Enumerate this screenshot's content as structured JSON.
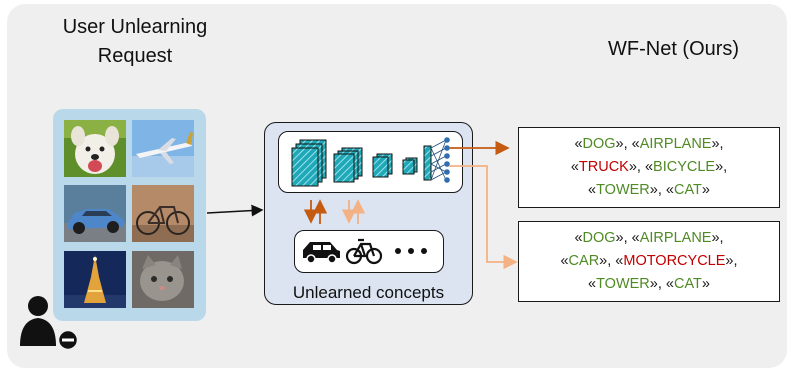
{
  "colors": {
    "background": "#efefef",
    "request_panel": "#b9d9ea",
    "model_box": "#dce4f2",
    "retained_label": "#4f8a24",
    "forgotten_label": "#c00000",
    "arrow_dark_orange": "#c55a11",
    "arrow_light_orange": "#f4b183",
    "layer_fill": "#1fa9b8"
  },
  "request": {
    "title_line1": "User Unlearning",
    "title_line2": "Request",
    "images": [
      {
        "name": "dog-image",
        "subject": "dog"
      },
      {
        "name": "airplane-image",
        "subject": "airplane"
      },
      {
        "name": "car-image",
        "subject": "car"
      },
      {
        "name": "bicycle-image",
        "subject": "bicycle"
      },
      {
        "name": "tower-image",
        "subject": "tower"
      },
      {
        "name": "cat-image",
        "subject": "cat"
      }
    ],
    "icon": "user-remove-icon"
  },
  "model": {
    "title": "WF-Net (Ours)",
    "caption": "Unlearned concepts",
    "concept_icons": [
      "car-icon",
      "bicycle-icon",
      "ellipsis-icon"
    ]
  },
  "outputs": [
    {
      "lines": [
        [
          {
            "t": "«"
          },
          {
            "t": "DOG",
            "c": "keep"
          },
          {
            "t": "», «"
          },
          {
            "t": "AIRPLANE",
            "c": "keep"
          },
          {
            "t": "»,"
          }
        ],
        [
          {
            "t": "«"
          },
          {
            "t": "TRUCK",
            "c": "forget"
          },
          {
            "t": "», «"
          },
          {
            "t": "BICYCLE",
            "c": "keep"
          },
          {
            "t": "»,"
          }
        ],
        [
          {
            "t": "«"
          },
          {
            "t": "TOWER",
            "c": "keep"
          },
          {
            "t": "», «"
          },
          {
            "t": "CAT",
            "c": "keep"
          },
          {
            "t": "»"
          }
        ]
      ]
    },
    {
      "lines": [
        [
          {
            "t": "«"
          },
          {
            "t": "DOG",
            "c": "keep"
          },
          {
            "t": "», «"
          },
          {
            "t": "AIRPLANE",
            "c": "keep"
          },
          {
            "t": "»,"
          }
        ],
        [
          {
            "t": "«"
          },
          {
            "t": "CAR",
            "c": "keep"
          },
          {
            "t": "», «"
          },
          {
            "t": "MOTORCYCLE",
            "c": "forget"
          },
          {
            "t": "»,"
          }
        ],
        [
          {
            "t": "«"
          },
          {
            "t": "TOWER",
            "c": "keep"
          },
          {
            "t": "», «"
          },
          {
            "t": "CAT",
            "c": "keep"
          },
          {
            "t": "»"
          }
        ]
      ]
    }
  ]
}
